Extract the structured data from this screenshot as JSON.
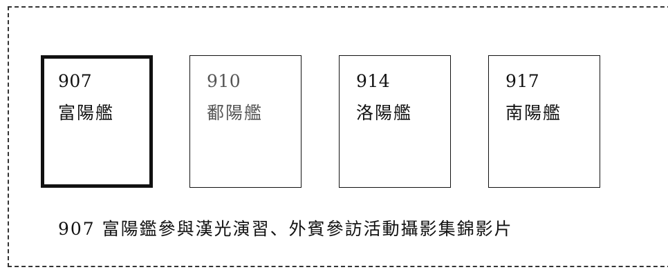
{
  "ships": [
    {
      "number": "907",
      "name": "富陽艦",
      "selected": true
    },
    {
      "number": "910",
      "name": "鄱陽艦",
      "selected": false
    },
    {
      "number": "914",
      "name": "洛陽艦",
      "selected": false
    },
    {
      "number": "917",
      "name": "南陽艦",
      "selected": false
    }
  ],
  "caption": "907 富陽鑑參與漢光演習、外賓參訪活動攝影集錦影片"
}
